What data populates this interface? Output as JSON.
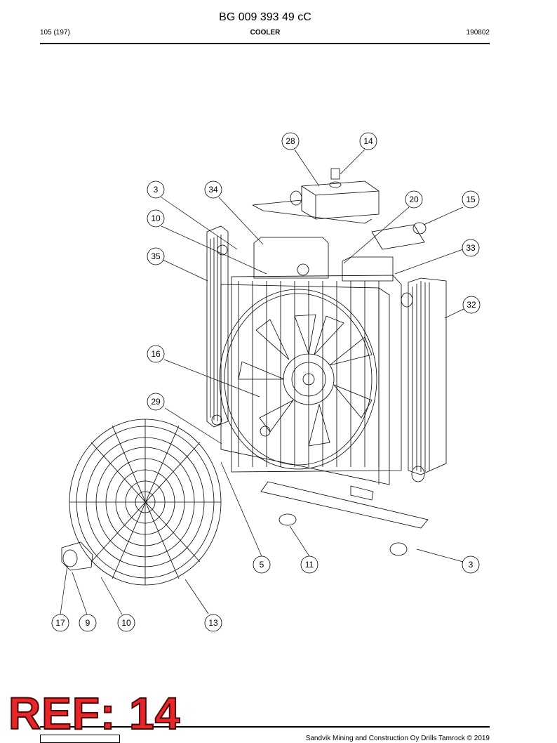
{
  "header": {
    "doc_number": "BG 009 393 49 cC",
    "page": "105 (197)",
    "section": "COOLER",
    "date": "190802"
  },
  "callouts": [
    "28",
    "14",
    "3",
    "34",
    "20",
    "15",
    "10",
    "33",
    "35",
    "32",
    "16",
    "29",
    "5",
    "11",
    "3",
    "17",
    "9",
    "10",
    "13"
  ],
  "reference_stamp": "REF: 14",
  "footer": {
    "copyright": "Sandvik Mining and Construction Oy Drills Tamrock © 2019"
  },
  "colors": {
    "stamp_red": "#e8262a",
    "line": "#000000"
  }
}
